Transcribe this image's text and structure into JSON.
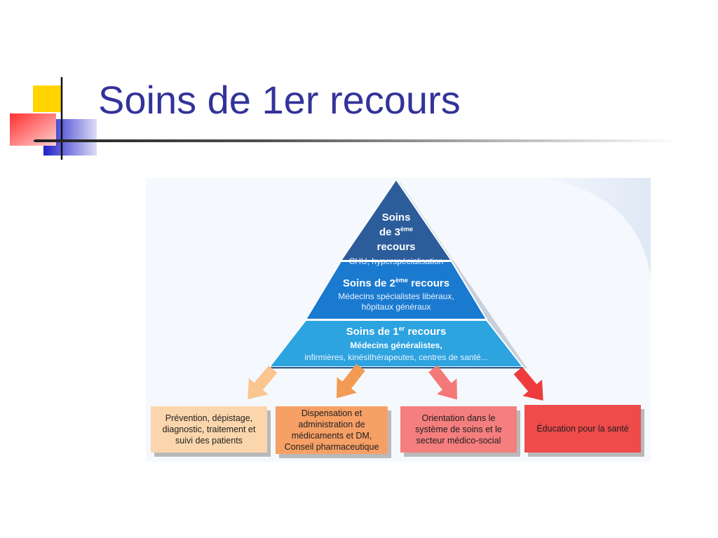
{
  "slide": {
    "title": "Soins de 1er recours"
  },
  "pyramid": {
    "tier3": {
      "line1": "Soins",
      "line2_prefix": "de 3",
      "line2_sup": "ème",
      "line3": "recours",
      "detail": "CHU, hyperspécialisation",
      "color": "#2c5d9a"
    },
    "tier2": {
      "heading_prefix": "Soins de 2",
      "heading_sup": "ème",
      "heading_suffix": " recours",
      "detail_line1": "Médecins spécialistes libéraux,",
      "detail_line2": "hôpitaux généraux",
      "color": "#1a7ad0"
    },
    "tier1": {
      "heading_prefix": "Soins de 1",
      "heading_sup": "er",
      "heading_suffix": " recours",
      "bold_detail": "Médecins généralistes,",
      "detail": "infirmières, kinésithérapeutes, centres de santé...",
      "color": "#2da3e0"
    }
  },
  "boxes": [
    {
      "text": "Prévention, dépistage,\ndiagnostic, traitement et\nsuivi des patients",
      "color": "#fbd6ac",
      "arrow_color": "#fbc58f"
    },
    {
      "text": "Dispensation et\nadministration de\nmédicaments et DM,\nConseil pharmaceutique",
      "color": "#f6a066",
      "arrow_color": "#f39a55"
    },
    {
      "text": "Orientation dans le\nsystème de soins et le\nsecteur médico-social",
      "color": "#f57e7e",
      "arrow_color": "#f57878"
    },
    {
      "text": "Éducation pour la santé",
      "color": "#ef4b4b",
      "arrow_color": "#ee3c3c"
    }
  ],
  "ghost_text": "Conseil pharmaceutique"
}
